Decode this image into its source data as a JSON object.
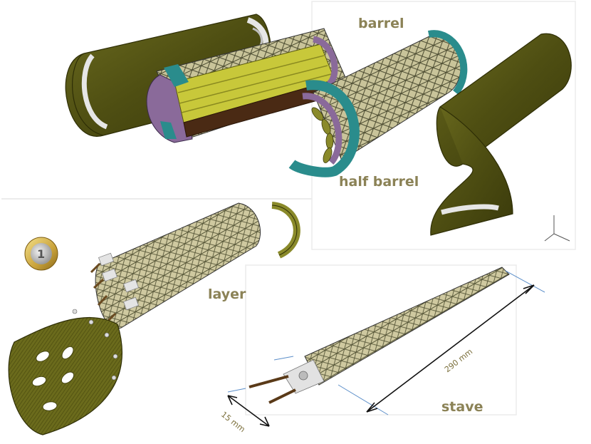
{
  "labels": {
    "barrel": "barrel",
    "half_barrel": "half barrel",
    "layer": "layer",
    "stave": "stave"
  },
  "dimensions": {
    "length": "290 mm",
    "width": "15 mm"
  },
  "colors": {
    "olive": "#5a5a14",
    "olive_dark": "#3b3b0a",
    "olive_light": "#9a9a3a",
    "frame": "#c9c49a",
    "teal": "#2a8c8c",
    "purple": "#8a6a9a",
    "label": "#8b8256"
  }
}
